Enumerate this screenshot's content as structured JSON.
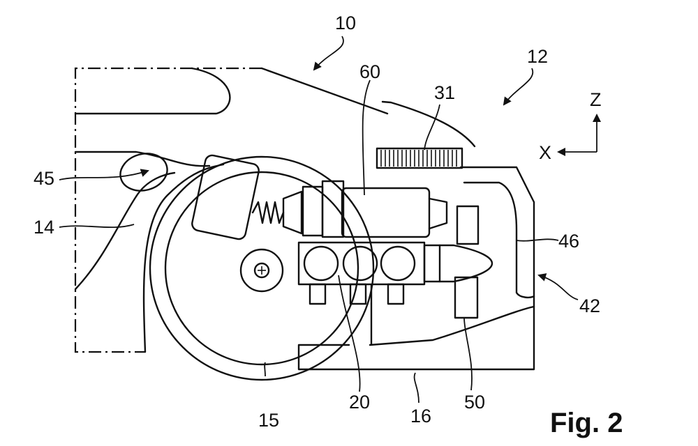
{
  "figure": {
    "caption": "Fig. 2",
    "axes": {
      "z": "Z",
      "x": "X"
    },
    "references": {
      "r10": "10",
      "r12": "12",
      "r60": "60",
      "r31": "31",
      "r45": "45",
      "r14": "14",
      "r46": "46",
      "r42": "42",
      "r15": "15",
      "r20": "20",
      "r16": "16",
      "r50": "50"
    }
  }
}
